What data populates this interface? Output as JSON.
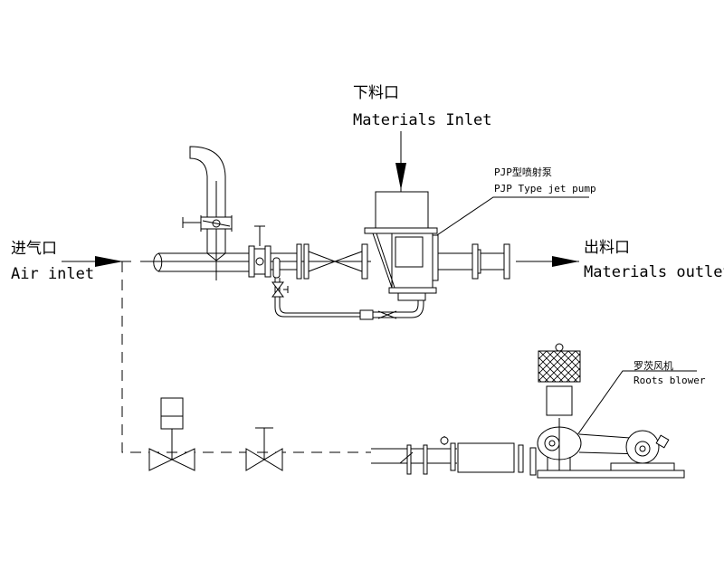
{
  "labels": {
    "air_inlet_cn": "进气口",
    "air_inlet_en": "Air inlet",
    "materials_inlet_cn": "下料口",
    "materials_inlet_en": "Materials Inlet",
    "materials_outlet_cn": "出料口",
    "materials_outlet_en": "Materials outlet",
    "jet_pump_cn": "PJP型喷射泵",
    "jet_pump_en": "PJP Type jet pump",
    "roots_blower_cn": "罗茨风机",
    "roots_blower_en": "Roots blower"
  },
  "colors": {
    "line": "#000000",
    "background": "#ffffff"
  }
}
